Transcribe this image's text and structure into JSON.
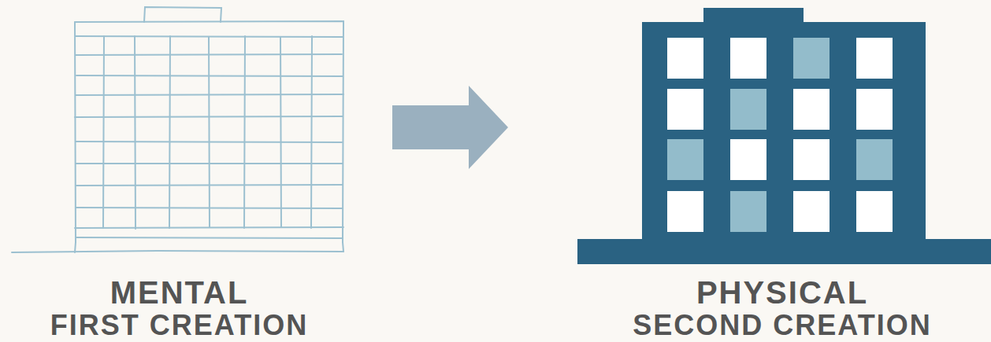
{
  "diagram": {
    "nodes": [
      {
        "text": [
          "MENTAL",
          "FIRST CREATION"
        ]
      },
      {
        "text": [
          "PHYSICAL",
          "SECOND CREATION"
        ]
      }
    ],
    "edges": [
      {
        "from": 0,
        "to": 1,
        "arrow": "to"
      }
    ]
  }
}
